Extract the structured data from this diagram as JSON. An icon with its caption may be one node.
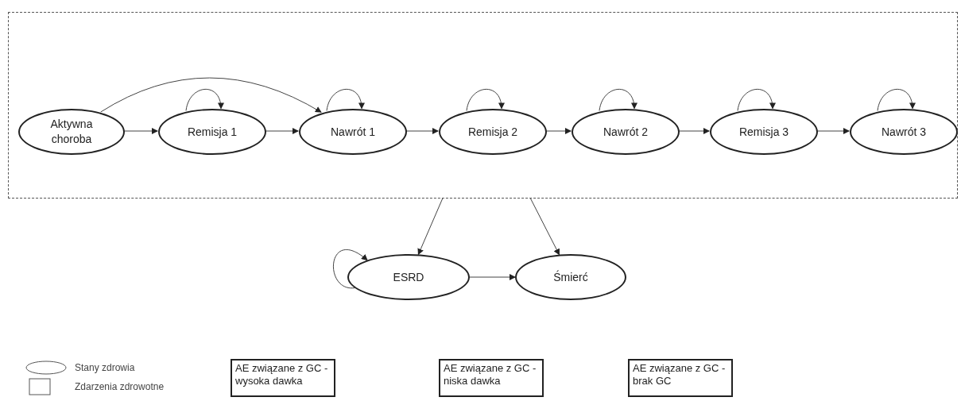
{
  "diagram": {
    "nodes": [
      {
        "text": [],
        "shape": "box"
      },
      {
        "text": [
          "Aktywna choroba"
        ],
        "in": 0
      },
      {
        "text": [
          "Remisja 1"
        ],
        "in": 0
      },
      {
        "text": [
          "Nawrót 1"
        ],
        "in": 0
      },
      {
        "text": [
          "Remisja 2"
        ],
        "in": 0
      },
      {
        "text": [
          "Nawrót 2"
        ],
        "in": 0
      },
      {
        "text": [
          "Remisja 3"
        ],
        "in": 0
      },
      {
        "text": [
          "Nawrót 3"
        ],
        "in": 0
      },
      {
        "text": [
          "ESRD"
        ]
      },
      {
        "text": [
          "Śmierć"
        ]
      },
      {
        "text": [
          "AE związane z GC - wysoka dawka"
        ]
      },
      {
        "text": [
          "AE związane z GC - niska dawka"
        ]
      },
      {
        "text": [
          "AE związane z GC - brak GC"
        ]
      }
    ],
    "edges": [
      {
        "from": 1,
        "to": 2,
        "arrow": "to"
      },
      {
        "from": 2,
        "to": 3,
        "arrow": "to"
      },
      {
        "from": 3,
        "to": 4,
        "arrow": "to"
      },
      {
        "from": 4,
        "to": 5,
        "arrow": "to"
      },
      {
        "from": 5,
        "to": 6,
        "arrow": "to"
      },
      {
        "from": 6,
        "to": 7,
        "arrow": "to"
      },
      {
        "from": 1,
        "to": 3,
        "arrow": "to"
      },
      {
        "from": 2,
        "to": 2,
        "arrow": "to"
      },
      {
        "from": 3,
        "to": 3,
        "arrow": "to"
      },
      {
        "from": 4,
        "to": 4,
        "arrow": "to"
      },
      {
        "from": 5,
        "to": 5,
        "arrow": "to"
      },
      {
        "from": 6,
        "to": 6,
        "arrow": "to"
      },
      {
        "from": 7,
        "to": 7,
        "arrow": "to"
      },
      {
        "from": 0,
        "to": 8,
        "arrow": "to"
      },
      {
        "from": 0,
        "to": 9,
        "arrow": "to"
      },
      {
        "from": 8,
        "to": 8,
        "arrow": "to"
      },
      {
        "from": 8,
        "to": 9,
        "arrow": "to"
      }
    ],
    "legend": [
      {
        "text": "Stany zdrowia"
      },
      {
        "text": "Zdarzenia zdrowotne"
      }
    ]
  }
}
